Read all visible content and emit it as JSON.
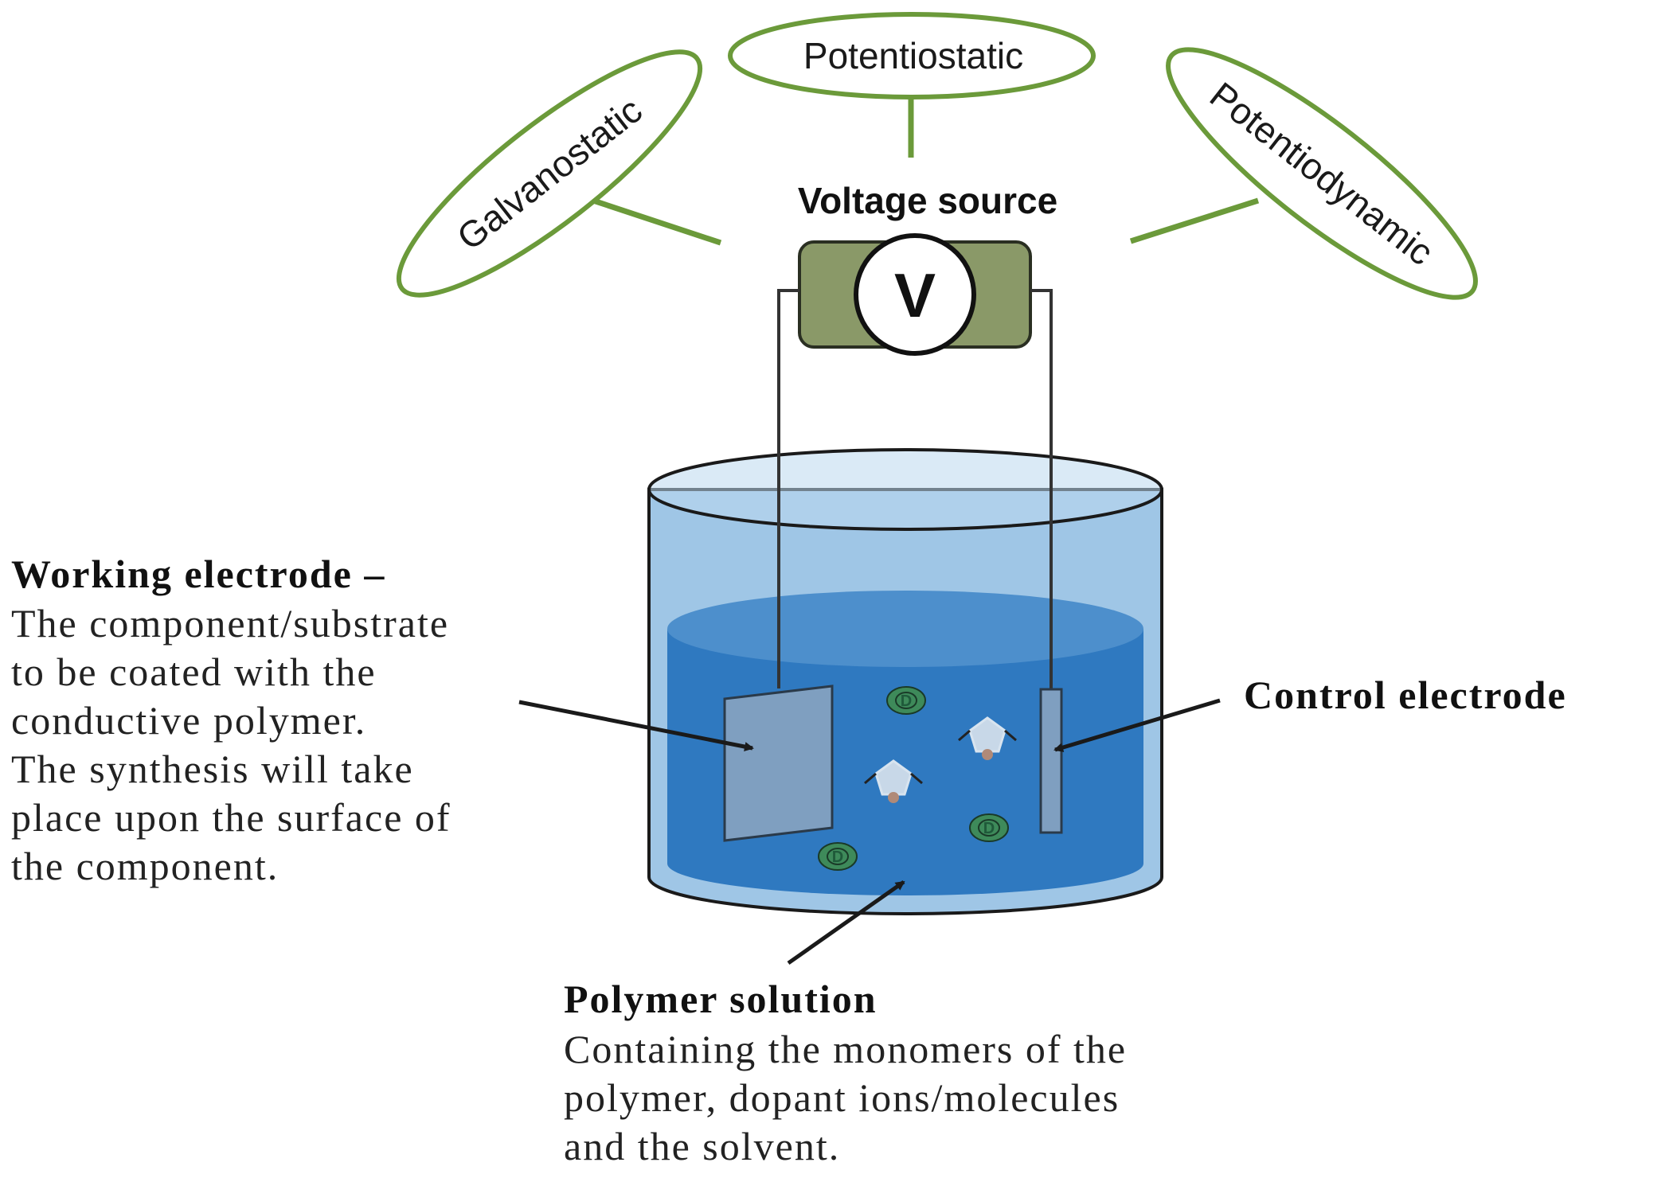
{
  "modes": {
    "galvanostatic": "Galvanostatic",
    "potentiostatic": "Potentiostatic",
    "potentiodynamic": "Potentiodynamic"
  },
  "voltage_source": {
    "title": "Voltage source",
    "symbol": "V"
  },
  "working_electrode": {
    "title": "Working electrode –",
    "lines": [
      "The component/substrate",
      "to be coated with the",
      "conductive polymer.",
      "The synthesis will take",
      "place upon the surface of",
      "the component."
    ]
  },
  "control_electrode": {
    "title": "Control electrode"
  },
  "polymer_solution": {
    "title": "Polymer solution",
    "lines": [
      "Containing the monomers of the",
      "polymer, dopant ions/molecules",
      "and the solvent."
    ]
  },
  "ion_label": "D",
  "colors": {
    "mode_ellipse": "#6b9a3a",
    "voltmeter_box": "#8a9968",
    "beaker_outer": "#9fc6e6",
    "solution": "#2f79c0",
    "solution_surface": "#4d8fcc",
    "electrode": "#7f9fc0",
    "ion": "#3e8a5a"
  }
}
